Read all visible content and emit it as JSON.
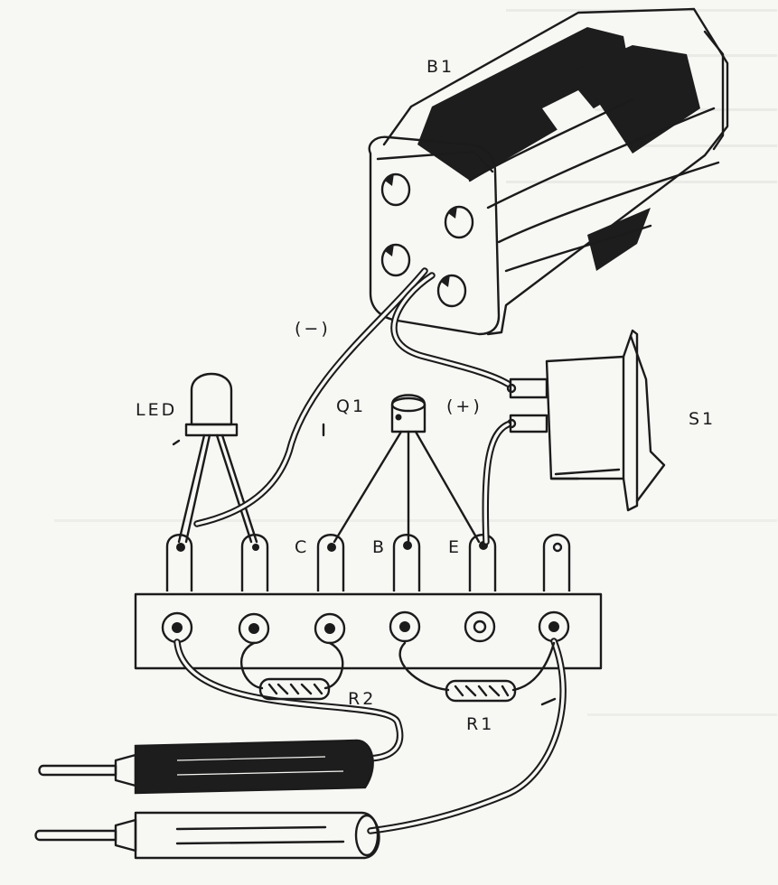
{
  "labels": {
    "battery": "B1",
    "switch": "S1",
    "led": "LED",
    "transistor": "Q1",
    "neg": "(−)",
    "pos": "(+)",
    "pin_c": "C",
    "pin_b": "B",
    "pin_e": "E",
    "r1": "R1",
    "r2": "R2"
  }
}
